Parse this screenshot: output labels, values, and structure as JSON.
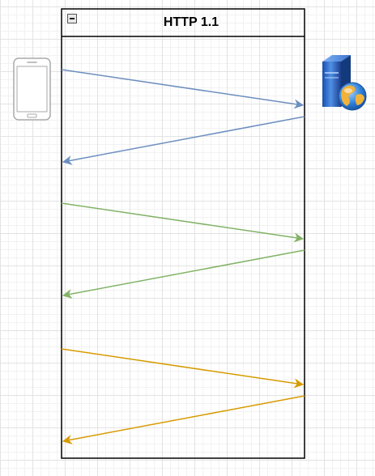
{
  "diagram": {
    "pool_title": "HTTP 1.1",
    "collapse_icon": "minus-square-icon",
    "client_icon": "smartphone-icon",
    "server_icon": "web-server-icon",
    "colors": {
      "pool_border": "#000000",
      "phone_outline": "#aaaaaa",
      "request_blue": "#6c8ebf",
      "request_green": "#82b366",
      "request_orange": "#d79b00"
    },
    "messages": [
      {
        "pair": 1,
        "direction": "client-to-server",
        "color": "#6c8ebf"
      },
      {
        "pair": 1,
        "direction": "server-to-client",
        "color": "#6c8ebf"
      },
      {
        "pair": 2,
        "direction": "client-to-server",
        "color": "#82b366"
      },
      {
        "pair": 2,
        "direction": "server-to-client",
        "color": "#82b366"
      },
      {
        "pair": 3,
        "direction": "client-to-server",
        "color": "#d79b00"
      },
      {
        "pair": 3,
        "direction": "server-to-client",
        "color": "#d79b00"
      }
    ]
  }
}
